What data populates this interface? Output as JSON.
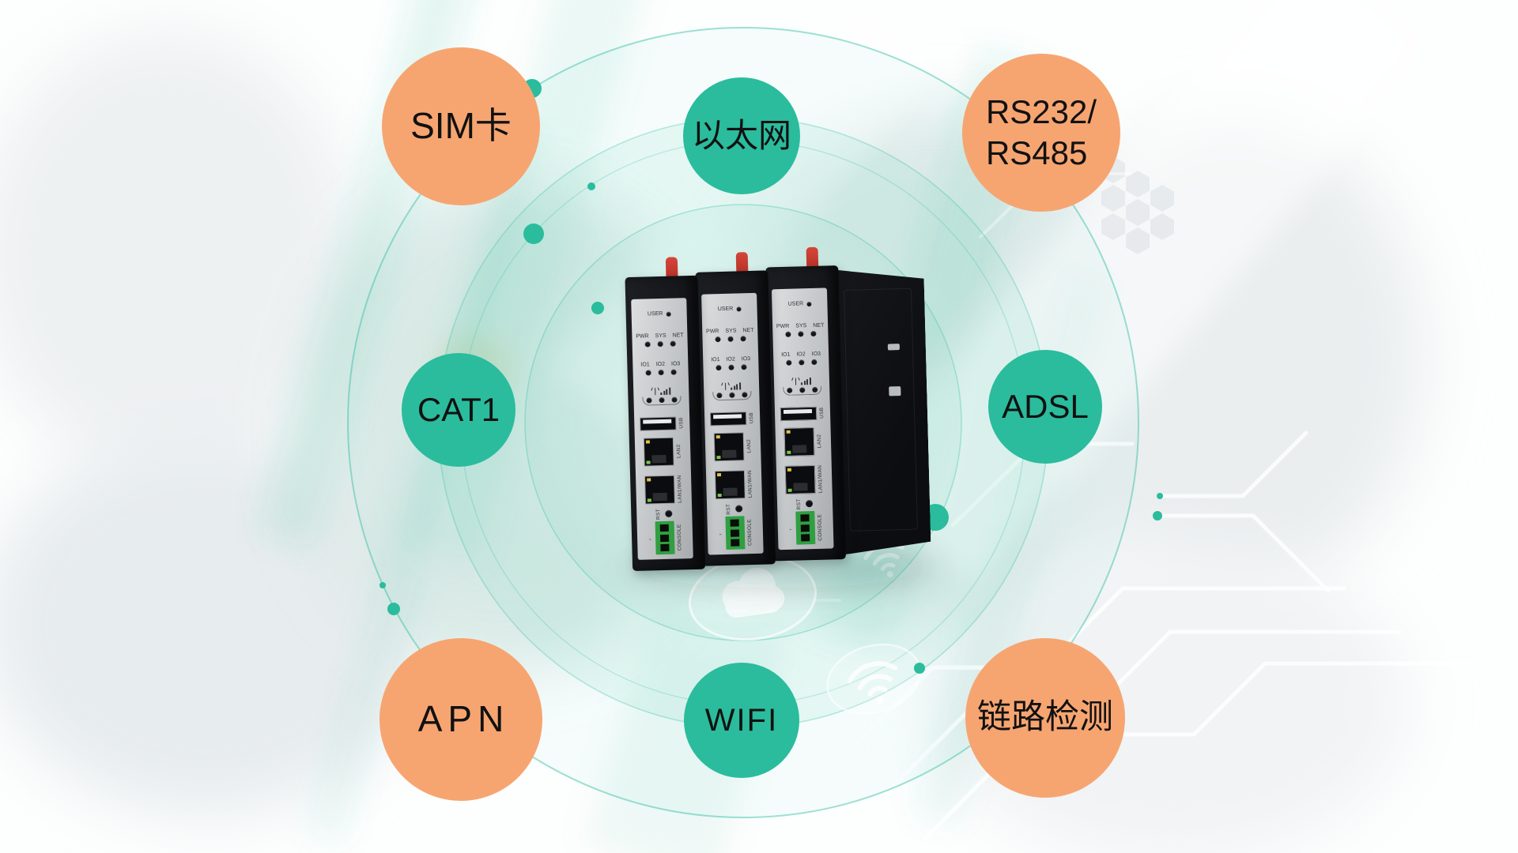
{
  "colors": {
    "teal": "#2abc9d",
    "orange": "#f6a571",
    "antenna_red": "#c9382e",
    "console_green": "#2f9f41",
    "label_text": "#111111"
  },
  "features": {
    "sim": {
      "label": "SIM卡"
    },
    "ethernet": {
      "label": "以太网"
    },
    "rs232": {
      "label": "RS232/\nRS485"
    },
    "cat1": {
      "label": "CAT1"
    },
    "adsl": {
      "label": "ADSL"
    },
    "apn": {
      "label": "APN"
    },
    "wifi": {
      "label": "WIFI"
    },
    "link_detect": {
      "label": "链路检测"
    }
  },
  "device": {
    "units": [
      {
        "wide": false
      },
      {
        "wide": false
      },
      {
        "wide": true
      }
    ],
    "labels": {
      "user": "USER",
      "pwr": "PWR",
      "sys": "SYS",
      "net": "NET",
      "io1": "IO1",
      "io2": "IO2",
      "io3": "IO3",
      "usb": "USB",
      "lan2": "LAN2",
      "lan1_wan": "LAN1/WAN",
      "rst": "RST",
      "console": "CONSOLE"
    }
  }
}
